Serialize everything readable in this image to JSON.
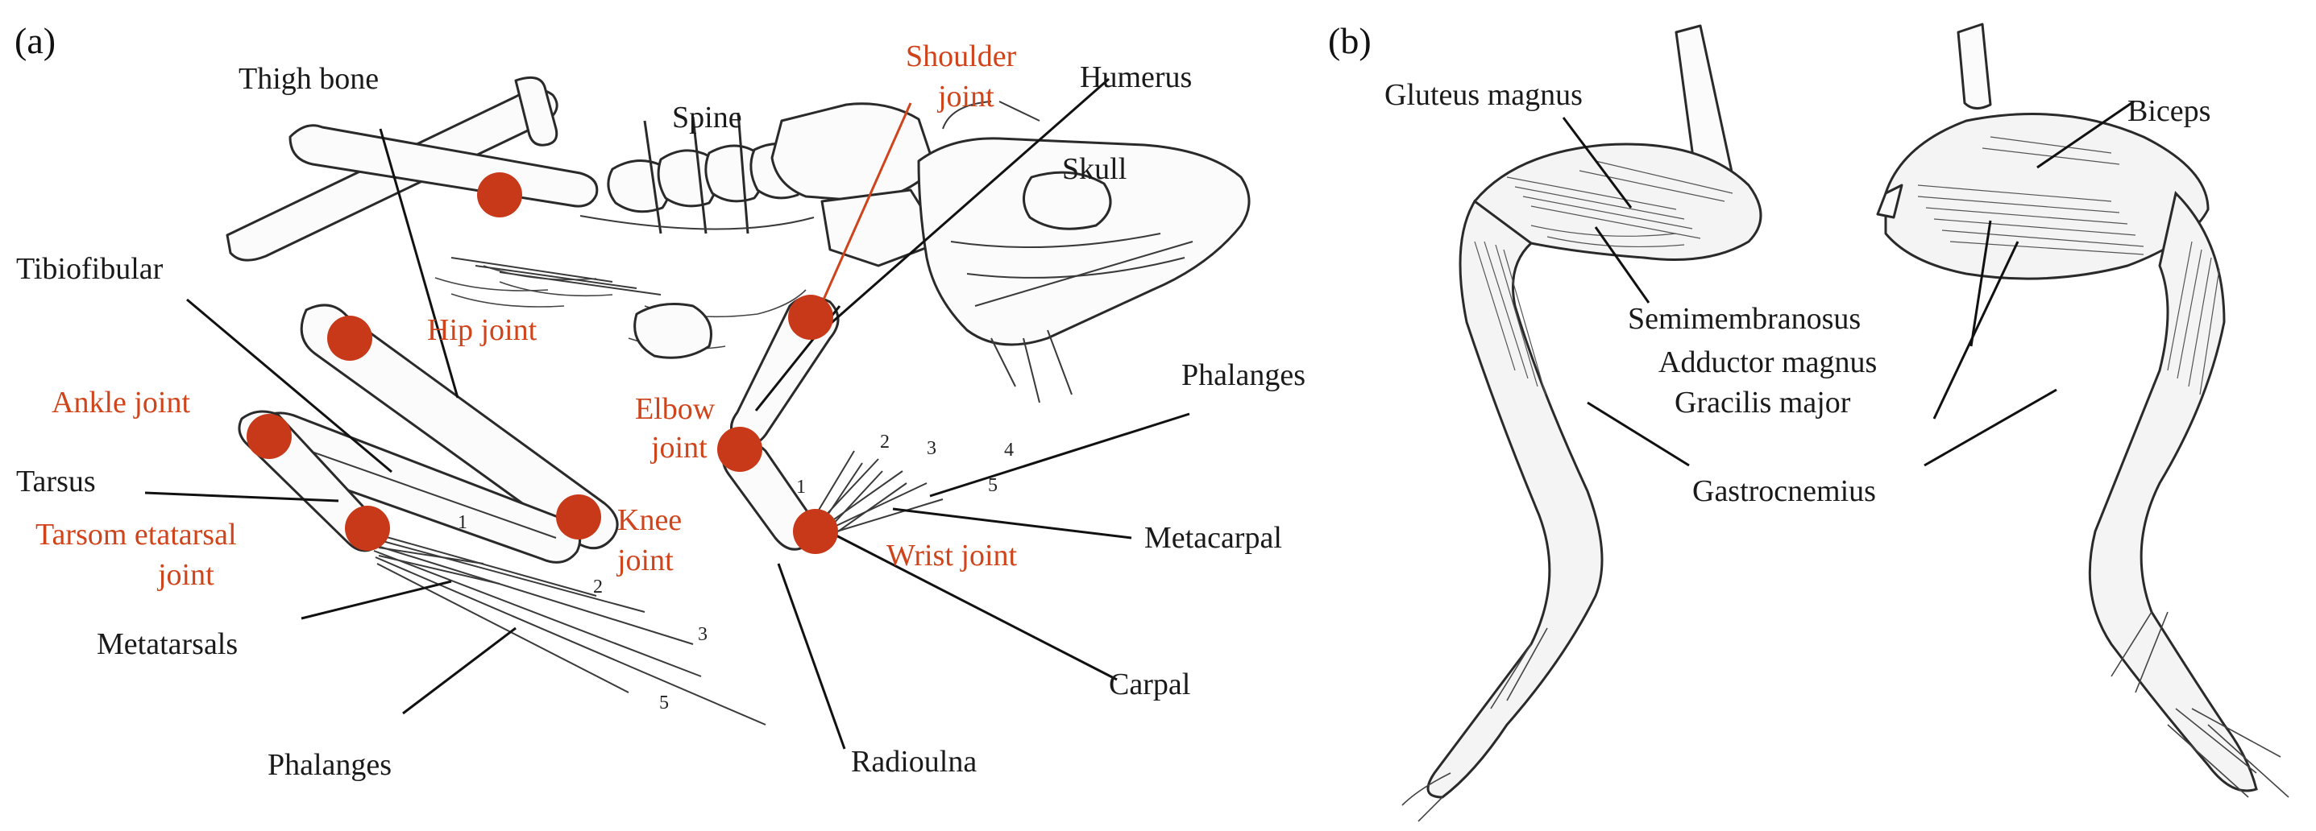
{
  "colors": {
    "joint_marker": "#c8391a",
    "joint_label": "#d0441c",
    "label": "#1a1a1a",
    "line": "#111111"
  },
  "panel_a": {
    "letter": "(a)",
    "labels": {
      "thigh_bone": "Thigh bone",
      "spine": "Spine",
      "humerus": "Humerus",
      "skull": "Skull",
      "tibiofibular": "Tibiofibular",
      "tarsus": "Tarsus",
      "metatarsals": "Metatarsals",
      "phalanges_hind": "Phalanges",
      "phalanges_fore": "Phalanges",
      "metacarpal": "Metacarpal",
      "carpal": "Carpal",
      "radioulna": "Radioulna"
    },
    "joint_labels": {
      "shoulder_line1": "Shoulder",
      "shoulder_line2": "joint",
      "hip": "Hip joint",
      "ankle": "Ankle joint",
      "elbow_line1": "Elbow",
      "elbow_line2": "joint",
      "tarsometatarsal_line1": "Tarsom etatarsal",
      "tarsometatarsal_line2": "joint",
      "knee_line1": "Knee",
      "knee_line2": "joint",
      "wrist": "Wrist joint"
    },
    "digit_numbers_hind": [
      "1",
      "2",
      "3",
      "5"
    ],
    "digit_numbers_fore": [
      "1",
      "2",
      "3",
      "4",
      "5"
    ]
  },
  "panel_b": {
    "letter": "(b)",
    "labels": {
      "gluteus_magnus": "Gluteus magnus",
      "biceps": "Biceps",
      "semimembranosus": "Semimembranosus",
      "adductor_magnus": "Adductor magnus",
      "gracilis_major": "Gracilis major",
      "gastrocnemius": "Gastrocnemius"
    }
  }
}
